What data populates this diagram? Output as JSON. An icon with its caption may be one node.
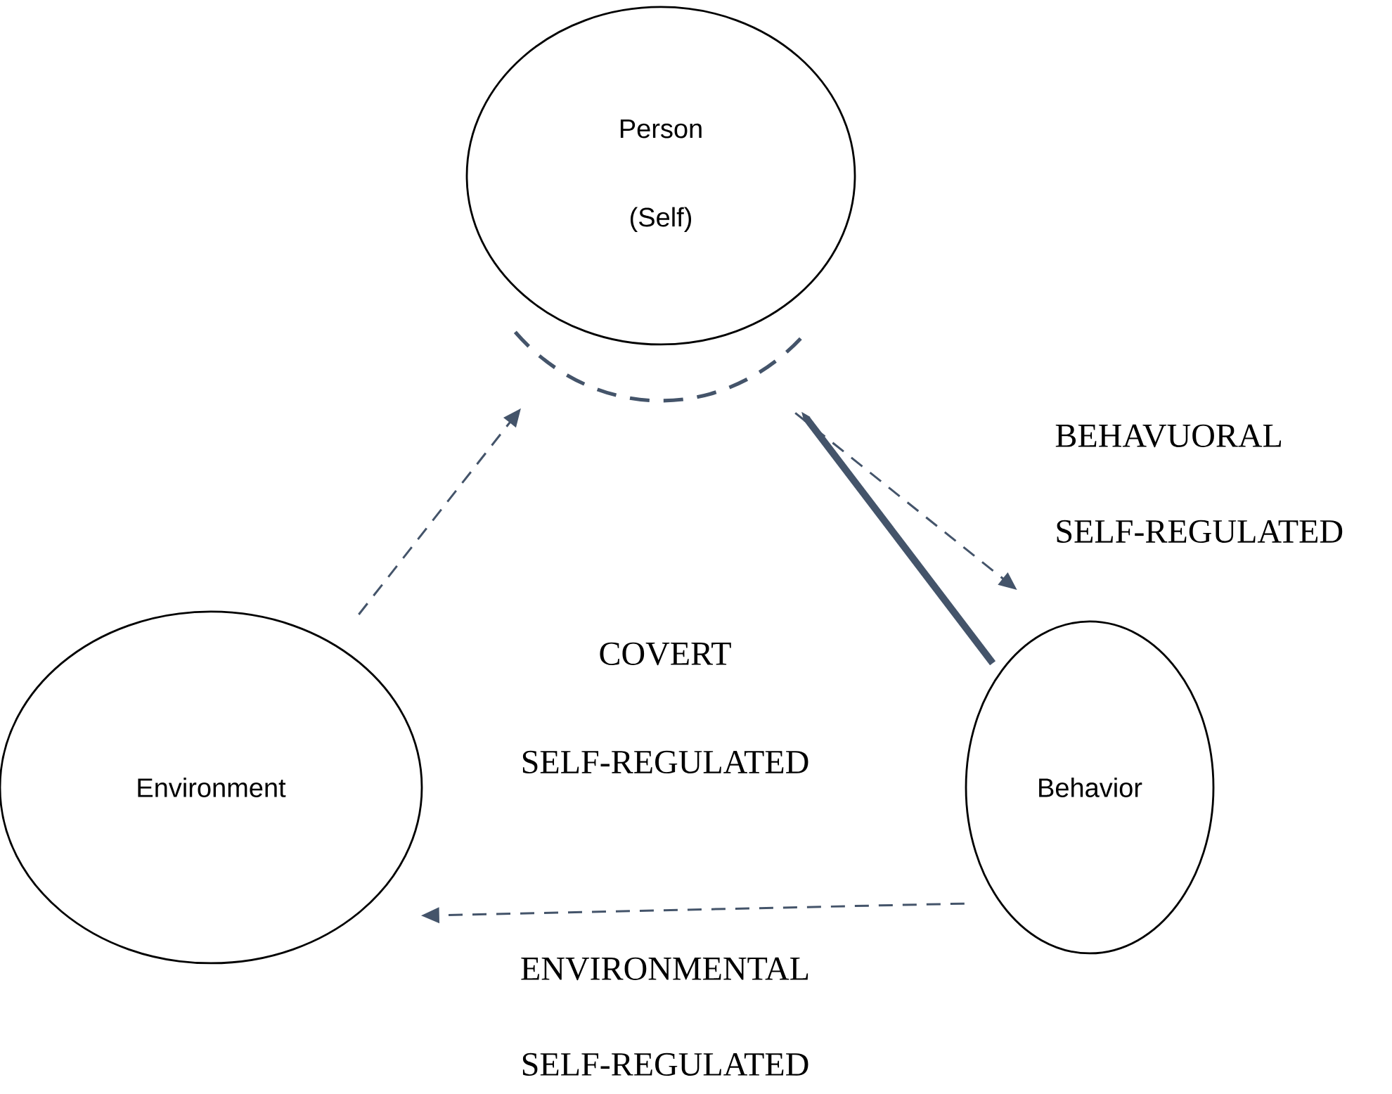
{
  "diagram": {
    "nodes": [
      {
        "text": [
          "Person",
          "(Self)"
        ]
      },
      {
        "text": [
          "Environment"
        ]
      },
      {
        "text": [
          "Behavior"
        ]
      }
    ],
    "edges": [
      {
        "from": 1,
        "to": 0,
        "arrow": "to",
        "style": "dashed"
      },
      {
        "from": 0,
        "to": 2,
        "arrow": "to",
        "style": "dashed"
      },
      {
        "from": 2,
        "to": 0,
        "arrow": "to",
        "style": "thick"
      },
      {
        "from": 2,
        "to": 1,
        "arrow": "to",
        "style": "dashed"
      }
    ],
    "labels": [
      "BEHAVUORAL",
      "SELF-REGULATED",
      "COVERT",
      "SELF-REGULATED",
      "ENVIRONMENTAL",
      "SELF-REGULATED"
    ]
  }
}
